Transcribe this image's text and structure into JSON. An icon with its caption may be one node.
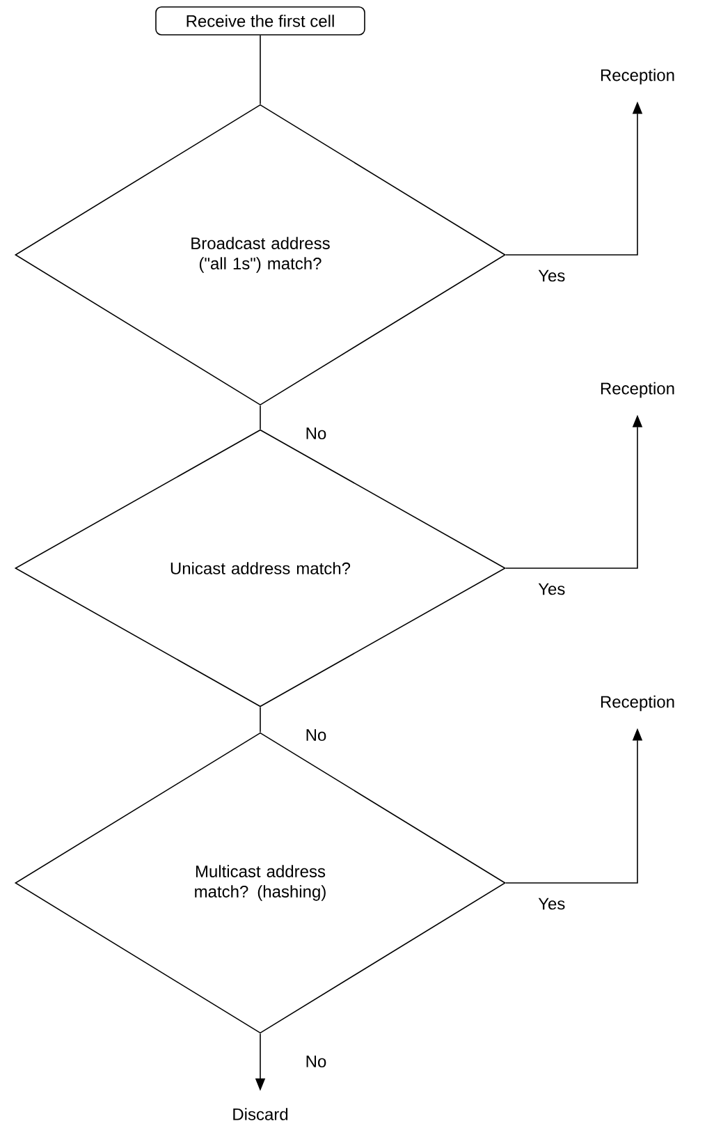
{
  "diagram": {
    "nodes": [
      {
        "text": [
          "Receive the first cell"
        ]
      },
      {
        "text": [
          "Broadcast address (\"all 1s\") match?"
        ]
      },
      {
        "text": [
          "Reception"
        ]
      },
      {
        "text": [
          "Unicast address match?"
        ]
      },
      {
        "text": [
          "Reception"
        ]
      },
      {
        "text": [
          "Multicast address match? (hashing)"
        ]
      },
      {
        "text": [
          "Reception"
        ]
      },
      {
        "text": [
          "Discard"
        ]
      }
    ],
    "edges": [
      {
        "from": 0,
        "to": 1,
        "arrow": "none"
      },
      {
        "from": 1,
        "to": 2,
        "arrow": "to",
        "label": "Yes"
      },
      {
        "from": 1,
        "to": 3,
        "arrow": "none",
        "label": "No"
      },
      {
        "from": 3,
        "to": 4,
        "arrow": "to",
        "label": "Yes"
      },
      {
        "from": 3,
        "to": 5,
        "arrow": "none",
        "label": "No"
      },
      {
        "from": 5,
        "to": 6,
        "arrow": "to",
        "label": "Yes"
      },
      {
        "from": 5,
        "to": 7,
        "arrow": "to",
        "label": "No"
      }
    ]
  }
}
